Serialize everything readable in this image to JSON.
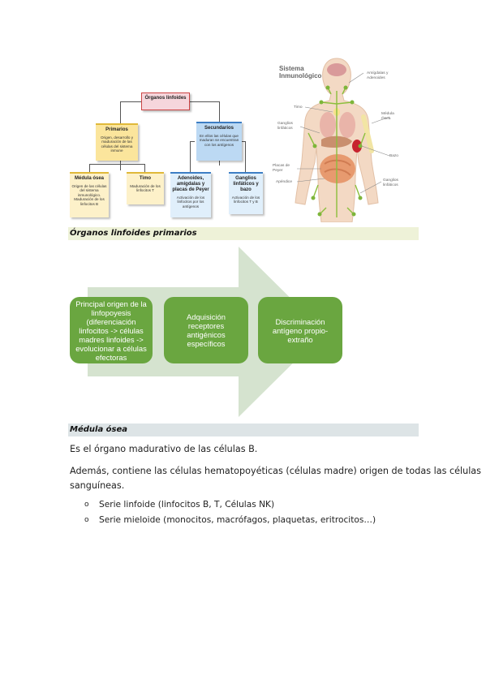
{
  "concept_map": {
    "root": "Órganos linfoides",
    "primarios": {
      "title": "Primarios",
      "desc": "Origen, desarrollo y maduración de las células del sistema inmune"
    },
    "secundarios": {
      "title": "Secundarios",
      "desc": "En ellos las células que maduran se encuentran con los antígenos"
    },
    "medula": {
      "title": "Médula ósea",
      "desc": "Origen de las células del sistema inmunológico. Maduración de los linfocitos B"
    },
    "timo": {
      "title": "Timo",
      "desc": "Maduración de los linfocitos T"
    },
    "adenoides": {
      "title": "Adenoides, amígdalas y placas de Peyer",
      "desc": "Activación de los linfocitos por los antígenos"
    },
    "ganglios": {
      "title": "Ganglios linfáticos y bazo",
      "desc": "Activación de los linfocitos T y B"
    }
  },
  "figure": {
    "title_line1": "Sistema",
    "title_line2": "Inmunológico",
    "labels": {
      "amigdalas": "Amígdalas y Adenoides",
      "timo": "Timo",
      "medula": "Médula Ósea",
      "ganglios_left": "Ganglios linfáticos",
      "bazo": "Bazo",
      "placas": "Placas de Peyer",
      "apendice": "Apéndice",
      "ganglios_right": "Ganglios linfáticos"
    }
  },
  "section1": {
    "title": "Órganos linfoides primarios"
  },
  "process": {
    "steps": [
      "Principal origen de la linfopoyesis (diferenciación linfocitos -> células madres linfoides -> evolucionar a células efectoras",
      "Adquisición receptores antigénicos específicos",
      "Discriminación antígeno propio-extraño"
    ]
  },
  "section2": {
    "title": "Médula ósea"
  },
  "body": {
    "p1": "Es el órgano madurativo de las células B.",
    "p2_line1": "Además, contiene las células hematopoyéticas (células madre) origen de todas las células",
    "p2_line2": "sanguíneas.",
    "bullets": [
      "Serie linfoide (linfocitos B, T, Células NK)",
      "Serie mieloide (monocitos, macrófagos, plaquetas, eritrocitos…)"
    ],
    "bullet_symbol": "o"
  },
  "colors": {
    "header_bg_1": "#eef2d8",
    "header_bg_2": "#dde4e6",
    "process_green": "#6aa640",
    "arrow_bg": "#d5e3cf",
    "root_pink": "#f6d6dc",
    "primarios_yellow": "#fbe59c",
    "secundarios_blue": "#bcd9f3",
    "leaf_yellow": "#fdf1c9",
    "leaf_blue": "#e0effb"
  }
}
